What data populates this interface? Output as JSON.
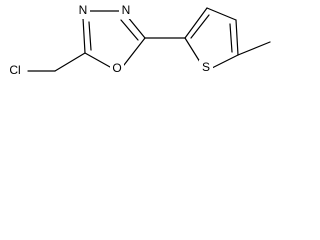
{
  "molecule": {
    "atoms": {
      "cl": "Cl",
      "o": "O",
      "n1": "N",
      "n2": "N",
      "s": "S"
    }
  }
}
